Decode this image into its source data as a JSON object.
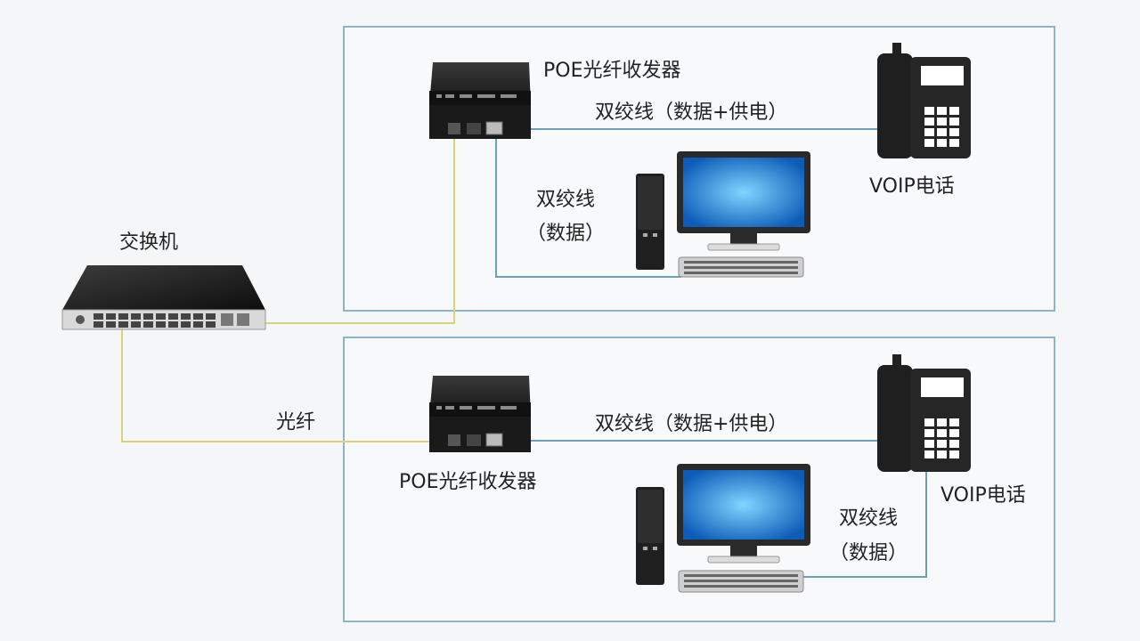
{
  "switch": {
    "label": "交换机"
  },
  "fiber_label": "光纤",
  "site_top": {
    "transceiver_label": "POE光纤收发器",
    "phone_link_label": "双绞线（数据+供电）",
    "pc_link_label_line1": "双绞线",
    "pc_link_label_line2": "（数据）",
    "phone_label": "VOIP电话"
  },
  "site_bottom": {
    "transceiver_label": "POE光纤收发器",
    "phone_link_label": "双绞线（数据+供电）",
    "pc_link_label_line1": "双绞线",
    "pc_link_label_line2": "（数据）",
    "phone_label": "VOIP电话"
  },
  "colors": {
    "frame_border": "#8fb3c9",
    "fiber": "#d8d27a",
    "twisted_pair": "#6aa1b8",
    "device_dark": "#1e1e1e",
    "screen_blue": "#1d8fe0"
  }
}
